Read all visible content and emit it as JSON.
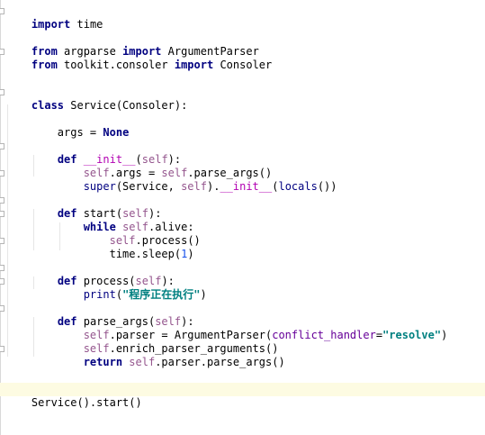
{
  "editor": {
    "language": "python",
    "colors": {
      "keyword": "#000080",
      "self": "#94558d",
      "magic": "#b200b2",
      "string": "#067d17",
      "number": "#1750eb",
      "current_line": "#fdfbe2"
    },
    "lines": {
      "l1": {
        "kw": "import",
        "rest": " time"
      },
      "l3": {
        "kw1": "from",
        "mod": " argparse ",
        "kw2": "import",
        "rest": " ArgumentParser"
      },
      "l4": {
        "kw1": "from",
        "mod": " toolkit.consoler ",
        "kw2": "import",
        "rest": " Consoler"
      },
      "l7": {
        "kw": "class",
        "rest": " Service(Consoler):"
      },
      "l9": {
        "pre": "    args = ",
        "kw": "None"
      },
      "l11": {
        "pre": "    ",
        "kw": "def",
        "sp": " ",
        "name": "__init__",
        "open": "(",
        "self": "self",
        "close": "):"
      },
      "l12": {
        "pre": "        ",
        "self1": "self",
        "mid": ".args = ",
        "self2": "self",
        "rest": ".parse_args()"
      },
      "l13": {
        "pre": "        ",
        "builtin": "super",
        "a": "(Service, ",
        "self": "self",
        "b": ").",
        "magic": "__init__",
        "c": "(",
        "locals": "locals",
        "d": "())"
      },
      "l15": {
        "pre": "    ",
        "kw": "def",
        "rest": " start(",
        "self": "self",
        "close": "):"
      },
      "l16": {
        "pre": "        ",
        "kw": "while",
        "sp": " ",
        "self": "self",
        "rest": ".alive:"
      },
      "l17": {
        "pre": "            ",
        "self": "self",
        "rest": ".process()"
      },
      "l18": {
        "pre": "            time.sleep(",
        "num": "1",
        "close": ")"
      },
      "l20": {
        "pre": "    ",
        "kw": "def",
        "rest": " process(",
        "self": "self",
        "close": "):"
      },
      "l21": {
        "pre": "        ",
        "builtin": "print",
        "open": "(",
        "str": "\"程序正在执行\"",
        "close": ")"
      },
      "l23": {
        "pre": "    ",
        "kw": "def",
        "rest": " parse_args(",
        "self": "self",
        "close": "):"
      },
      "l24": {
        "pre": "        ",
        "self": "self",
        "a": ".parser = ArgumentParser(",
        "param": "conflict_handler",
        "eq": "=",
        "str": "\"resolve\"",
        "close": ")"
      },
      "l25": {
        "pre": "        ",
        "self": "self",
        "rest": ".enrich_parser_arguments()"
      },
      "l26": {
        "pre": "        ",
        "kw": "return",
        "sp": " ",
        "self": "self",
        "rest": ".parser.parse_args()"
      },
      "l29": {
        "rest": "Service().start()"
      }
    }
  }
}
